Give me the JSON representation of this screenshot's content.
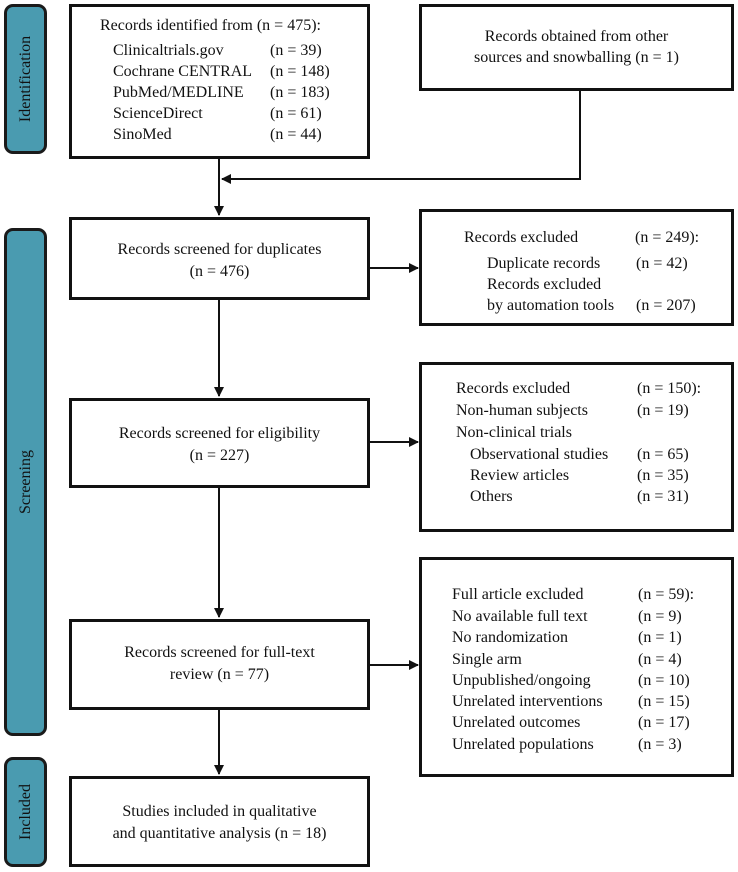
{
  "phases": {
    "identification": "Identification",
    "screening": "Screening",
    "included": "Included"
  },
  "identified": {
    "heading": "Records identified from (n = 475):",
    "sources": [
      {
        "name": "Clinicaltrials.gov",
        "n": "(n = 39)"
      },
      {
        "name": "Cochrane CENTRAL",
        "n": "(n = 148)"
      },
      {
        "name": "PubMed/MEDLINE",
        "n": "(n = 183)"
      },
      {
        "name": "ScienceDirect",
        "n": "(n = 61)"
      },
      {
        "name": "SinoMed",
        "n": "(n = 44)"
      }
    ]
  },
  "other_sources": {
    "line1": "Records obtained from other",
    "line2": "sources and snowballing (n = 1)"
  },
  "duplicates": {
    "line1": "Records screened for duplicates",
    "line2": "(n = 476)"
  },
  "excluded_dup": {
    "heading": "Records excluded",
    "heading_n": "(n = 249):",
    "item1": "Duplicate records",
    "item1_n": "(n = 42)",
    "item2a": "Records excluded",
    "item2b": "by automation tools",
    "item2_n": "(n = 207)"
  },
  "eligibility": {
    "line1": "Records screened for eligibility",
    "line2": "(n = 227)"
  },
  "excluded_elig": {
    "heading": "Records excluded",
    "heading_n": "(n = 150):",
    "nonhuman": "Non-human subjects",
    "nonhuman_n": "(n = 19)",
    "nonclinical": "Non-clinical trials",
    "observational": "Observational studies",
    "observational_n": "(n = 65)",
    "review": "Review articles",
    "review_n": "(n = 35)",
    "others": "Others",
    "others_n": "(n = 31)"
  },
  "fulltext": {
    "line1": "Records screened for full-text",
    "line2": "review (n = 77)"
  },
  "excluded_full": {
    "heading": "Full article excluded",
    "heading_n": "(n = 59):",
    "reasons": [
      {
        "name": "No available full text",
        "n": "(n = 9)"
      },
      {
        "name": "No randomization",
        "n": "(n = 1)"
      },
      {
        "name": "Single arm",
        "n": "(n = 4)"
      },
      {
        "name": "Unpublished/ongoing",
        "n": "(n = 10)"
      },
      {
        "name": "Unrelated interventions",
        "n": "(n = 15)"
      },
      {
        "name": "Unrelated outcomes",
        "n": "(n = 17)"
      },
      {
        "name": "Unrelated populations",
        "n": "(n = 3)"
      }
    ]
  },
  "included": {
    "line1": "Studies included in qualitative",
    "line2": "and quantitative analysis (n = 18)"
  }
}
